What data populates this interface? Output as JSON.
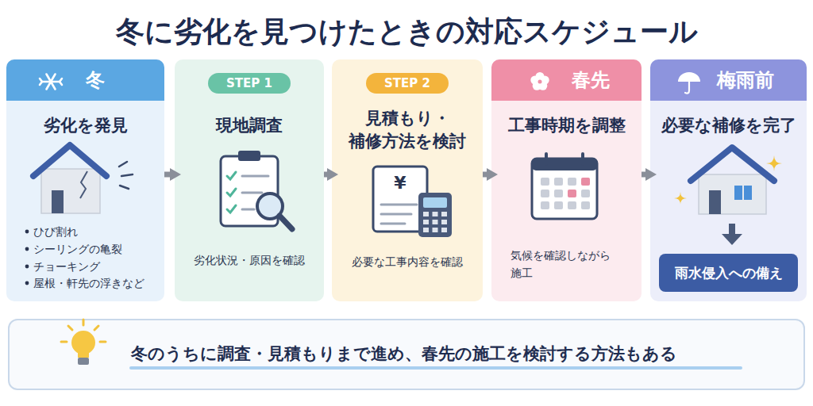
{
  "diagram": {
    "title": "冬に劣化を見つけたときの対応スケジュール",
    "nodes": [
      {
        "text": [
          "冬",
          "劣化を発見",
          "ひび割れ",
          "シーリングの亀裂",
          "チョーキング",
          "屋根・軒先の浮きなど"
        ]
      },
      {
        "text": [
          "STEP 1",
          "現地調査",
          "劣化状況・原因を確認"
        ]
      },
      {
        "text": [
          "STEP 2",
          "見積もり・ 補修方法を検討",
          "必要な工事内容を確認"
        ]
      },
      {
        "text": [
          "春先",
          "工事時期を調整",
          "気候を確認しながら 施工"
        ]
      },
      {
        "text": [
          "梅雨前",
          "必要な補修を完了"
        ]
      },
      {
        "text": [
          "雨水侵入への備え"
        ],
        "in": 4
      },
      {
        "text": [
          "冬のうちに調査・見積もりまで進め、春先の施工を検討する方法もある"
        ]
      }
    ],
    "edges": [
      {
        "from": 0,
        "to": 1,
        "arrow": "to"
      },
      {
        "from": 1,
        "to": 2,
        "arrow": "to"
      },
      {
        "from": 2,
        "to": 3,
        "arrow": "to"
      },
      {
        "from": 3,
        "to": 4,
        "arrow": "to"
      }
    ],
    "labels": [
      "¥"
    ]
  }
}
